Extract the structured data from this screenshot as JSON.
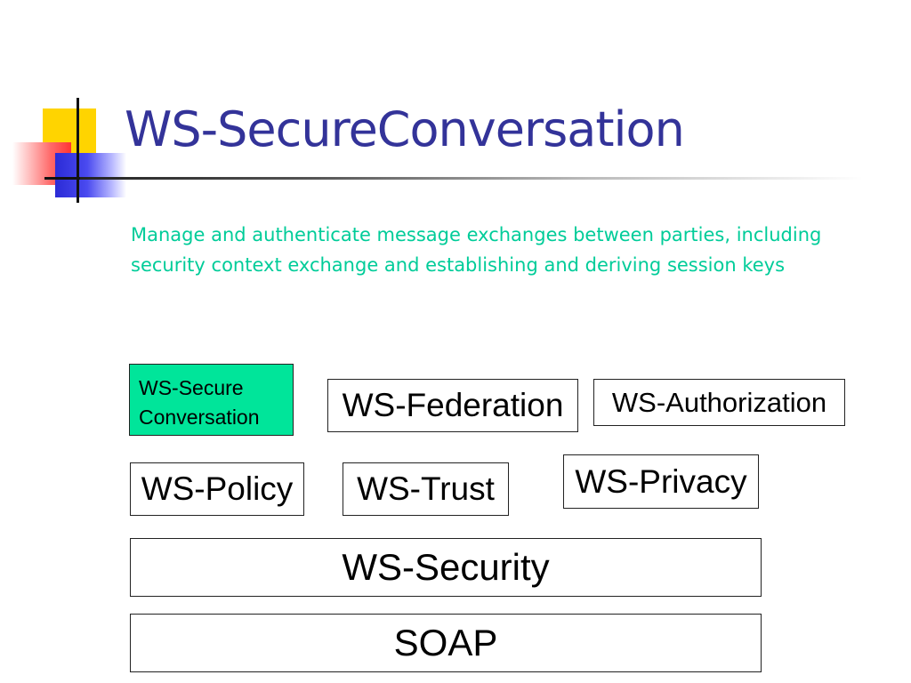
{
  "slide": {
    "title": "WS-SecureConversation",
    "description": "Manage and authenticate message exchanges between parties, including security context exchange and establishing and deriving session keys"
  },
  "diagram": {
    "boxes": {
      "secure_conversation": "WS-Secure Conversation",
      "federation": "WS-Federation",
      "authorization": "WS-Authorization",
      "policy": "WS-Policy",
      "trust": "WS-Trust",
      "privacy": "WS-Privacy",
      "security": "WS-Security",
      "soap": "SOAP"
    }
  },
  "colors": {
    "title": "#333399",
    "description": "#00cc99",
    "highlight_box": "#00e59a",
    "accent_yellow": "#ffd400",
    "accent_red": "#ff3434",
    "accent_blue": "#2b2bd6"
  }
}
